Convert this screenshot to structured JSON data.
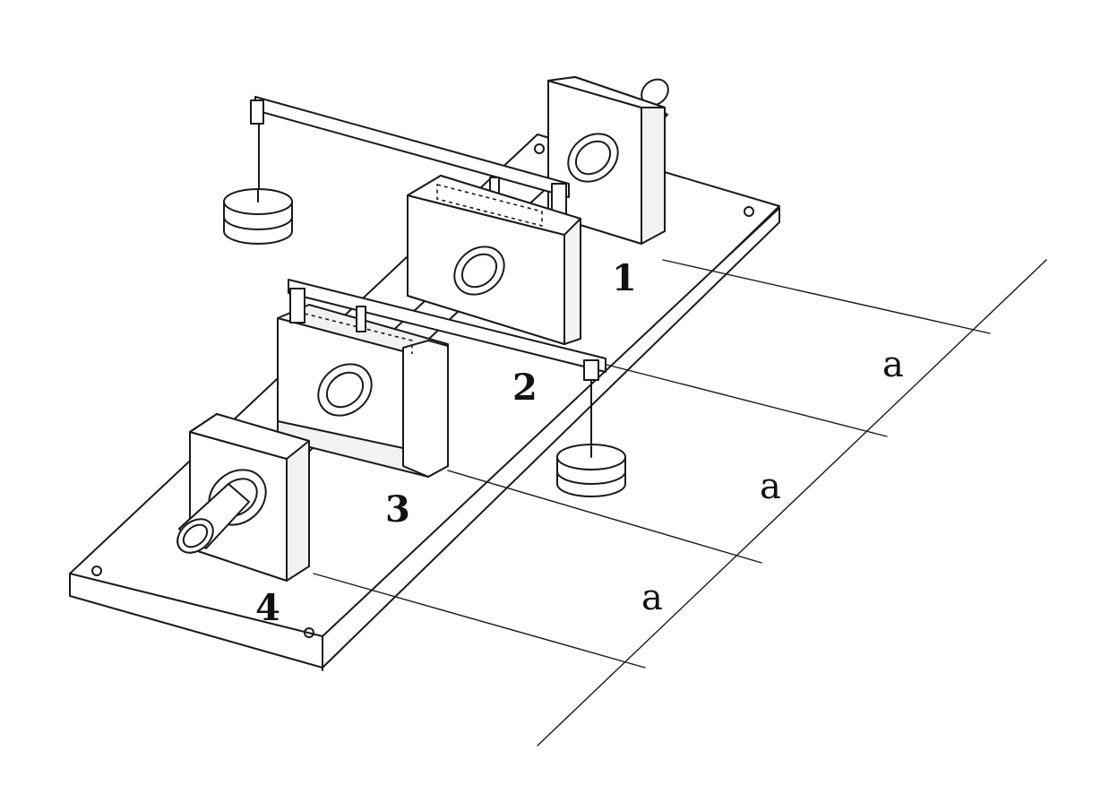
{
  "labels": {
    "support_1": "1",
    "support_2": "2",
    "support_3": "3",
    "support_4": "4"
  },
  "dimensions": {
    "spacing_1": "a",
    "spacing_2": "a",
    "spacing_3": "a"
  }
}
